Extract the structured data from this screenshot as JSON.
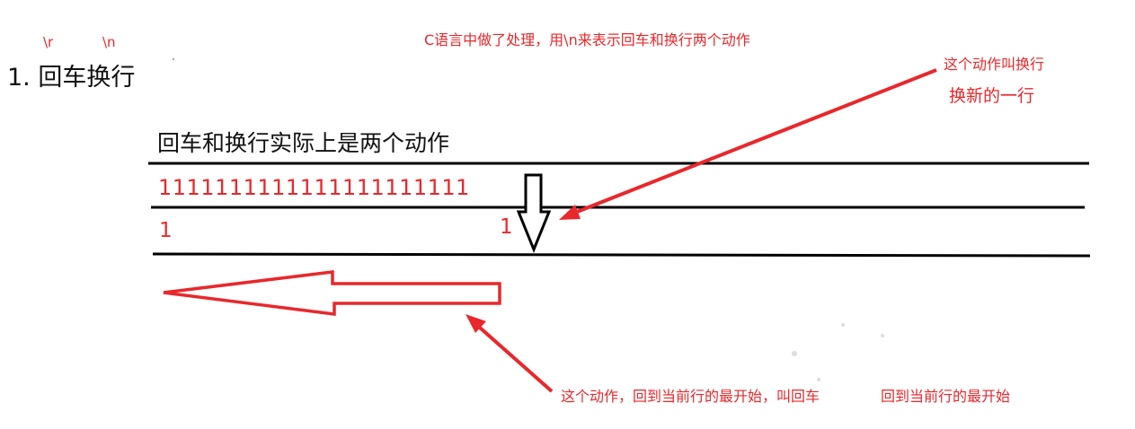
{
  "labels": {
    "cr_escape": "\\r",
    "lf_escape": "\\n",
    "heading": "1. 回车换行",
    "top_note": "C语言中做了处理，用\\n来表示回车和换行两个动作",
    "action_newline": "这个动作叫换行",
    "newline_meaning": "换新的一行",
    "subheading": "回车和换行实际上是两个动作",
    "row_ones": "1111111111111111111111",
    "row2_left_one": "1",
    "row2_mid_one": "1",
    "action_carriage_return": "这个动作，回到当前行的最开始，叫回车",
    "back_to_start": "回到当前行的最开始"
  },
  "colors": {
    "annotation": "#e8282c",
    "text": "#111111",
    "lines": "#000000",
    "background": "#ffffff"
  }
}
